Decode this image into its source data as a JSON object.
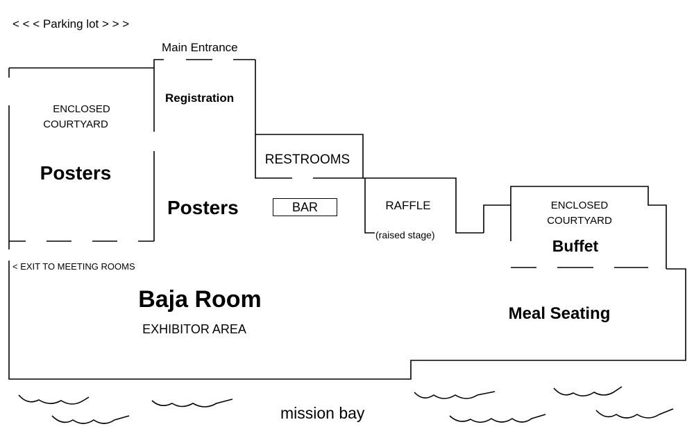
{
  "parking_lot": "< < < Parking lot > > >",
  "main_entrance": "Main Entrance",
  "registration": "Registration",
  "courtyard_left": {
    "line1": "ENCLOSED",
    "line2": "COURTYARD",
    "area": "Posters"
  },
  "posters_center": "Posters",
  "restrooms": "RESTROOMS",
  "bar": "BAR",
  "raffle": {
    "label": "RAFFLE",
    "note": "(raised stage)"
  },
  "courtyard_right": {
    "line1": "ENCLOSED",
    "line2": "COURTYARD",
    "area": "Buffet"
  },
  "exit": "< EXIT TO MEETING ROOMS",
  "baja_room": {
    "title": "Baja Room",
    "subtitle": "EXHIBITOR AREA"
  },
  "meal_seating": "Meal Seating",
  "water": "mission bay",
  "colors": {
    "line": "#000000",
    "background": "#ffffff"
  }
}
